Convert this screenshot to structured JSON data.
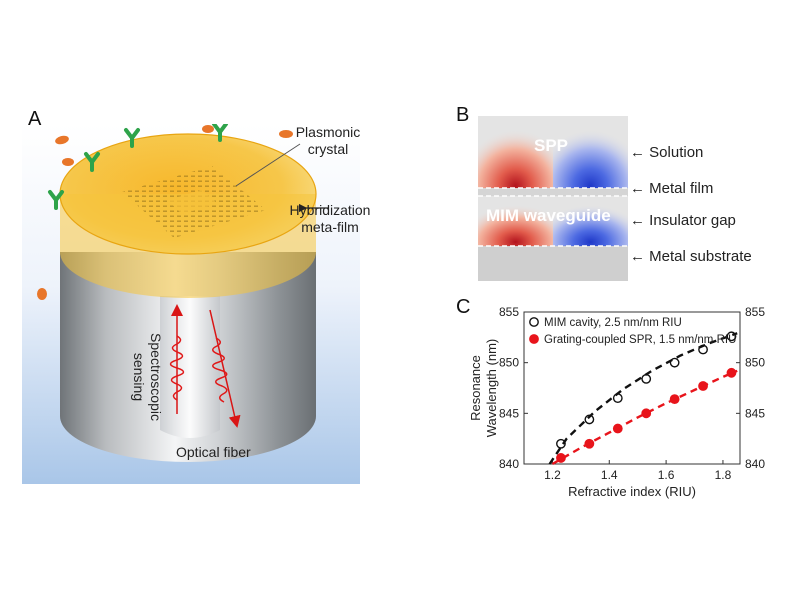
{
  "panelA": {
    "label": "A",
    "plasmonic_crystal": "Plasmonic\ncrystal",
    "hybridization": "Hybridization\nmeta-film",
    "spectroscopic": "Spectroscopic\nsensing",
    "optical_fiber": "Optical fiber"
  },
  "panelB": {
    "label": "B",
    "spp": "SPP",
    "mim": "MIM waveguide",
    "layers": [
      "Solution",
      "Metal film",
      "Insulator gap",
      "Metal substrate"
    ]
  },
  "panelC": {
    "label": "C"
  },
  "chart_data": {
    "type": "scatter",
    "xlabel": "Refractive index (RIU)",
    "ylabel": "Resonance\nWavelength (nm)",
    "xlim": [
      1.1,
      1.86
    ],
    "ylim": [
      840,
      855
    ],
    "xticks": [
      1.2,
      1.4,
      1.6,
      1.8
    ],
    "yticks": [
      840,
      845,
      850,
      855
    ],
    "right_axis_ticks": [
      840,
      845,
      850,
      855
    ],
    "legend_position": "top-left",
    "series": [
      {
        "name": "MIM cavity, 2.5 nm/nm RIU",
        "marker": "open-circle",
        "color": "#111111",
        "x": [
          1.23,
          1.33,
          1.43,
          1.53,
          1.63,
          1.73,
          1.83
        ],
        "y": [
          842.0,
          844.4,
          846.5,
          848.4,
          850.0,
          851.3,
          852.6
        ],
        "fit": {
          "x": [
            1.19,
            1.25,
            1.35,
            1.45,
            1.55,
            1.65,
            1.75,
            1.85
          ],
          "y": [
            840.0,
            842.5,
            845.2,
            847.4,
            849.2,
            850.7,
            851.9,
            852.9
          ]
        }
      },
      {
        "name": "Grating-coupled SPR, 1.5 nm/nm RIU",
        "marker": "filled-circle",
        "color": "#e8141b",
        "x": [
          1.23,
          1.33,
          1.43,
          1.53,
          1.63,
          1.73,
          1.83
        ],
        "y": [
          840.6,
          842.0,
          843.5,
          845.0,
          846.4,
          847.7,
          849.0
        ],
        "fit": {
          "x": [
            1.2,
            1.3,
            1.4,
            1.5,
            1.6,
            1.7,
            1.8,
            1.85
          ],
          "y": [
            840.0,
            841.6,
            843.1,
            844.6,
            846.0,
            847.3,
            848.6,
            849.2
          ]
        }
      }
    ]
  }
}
